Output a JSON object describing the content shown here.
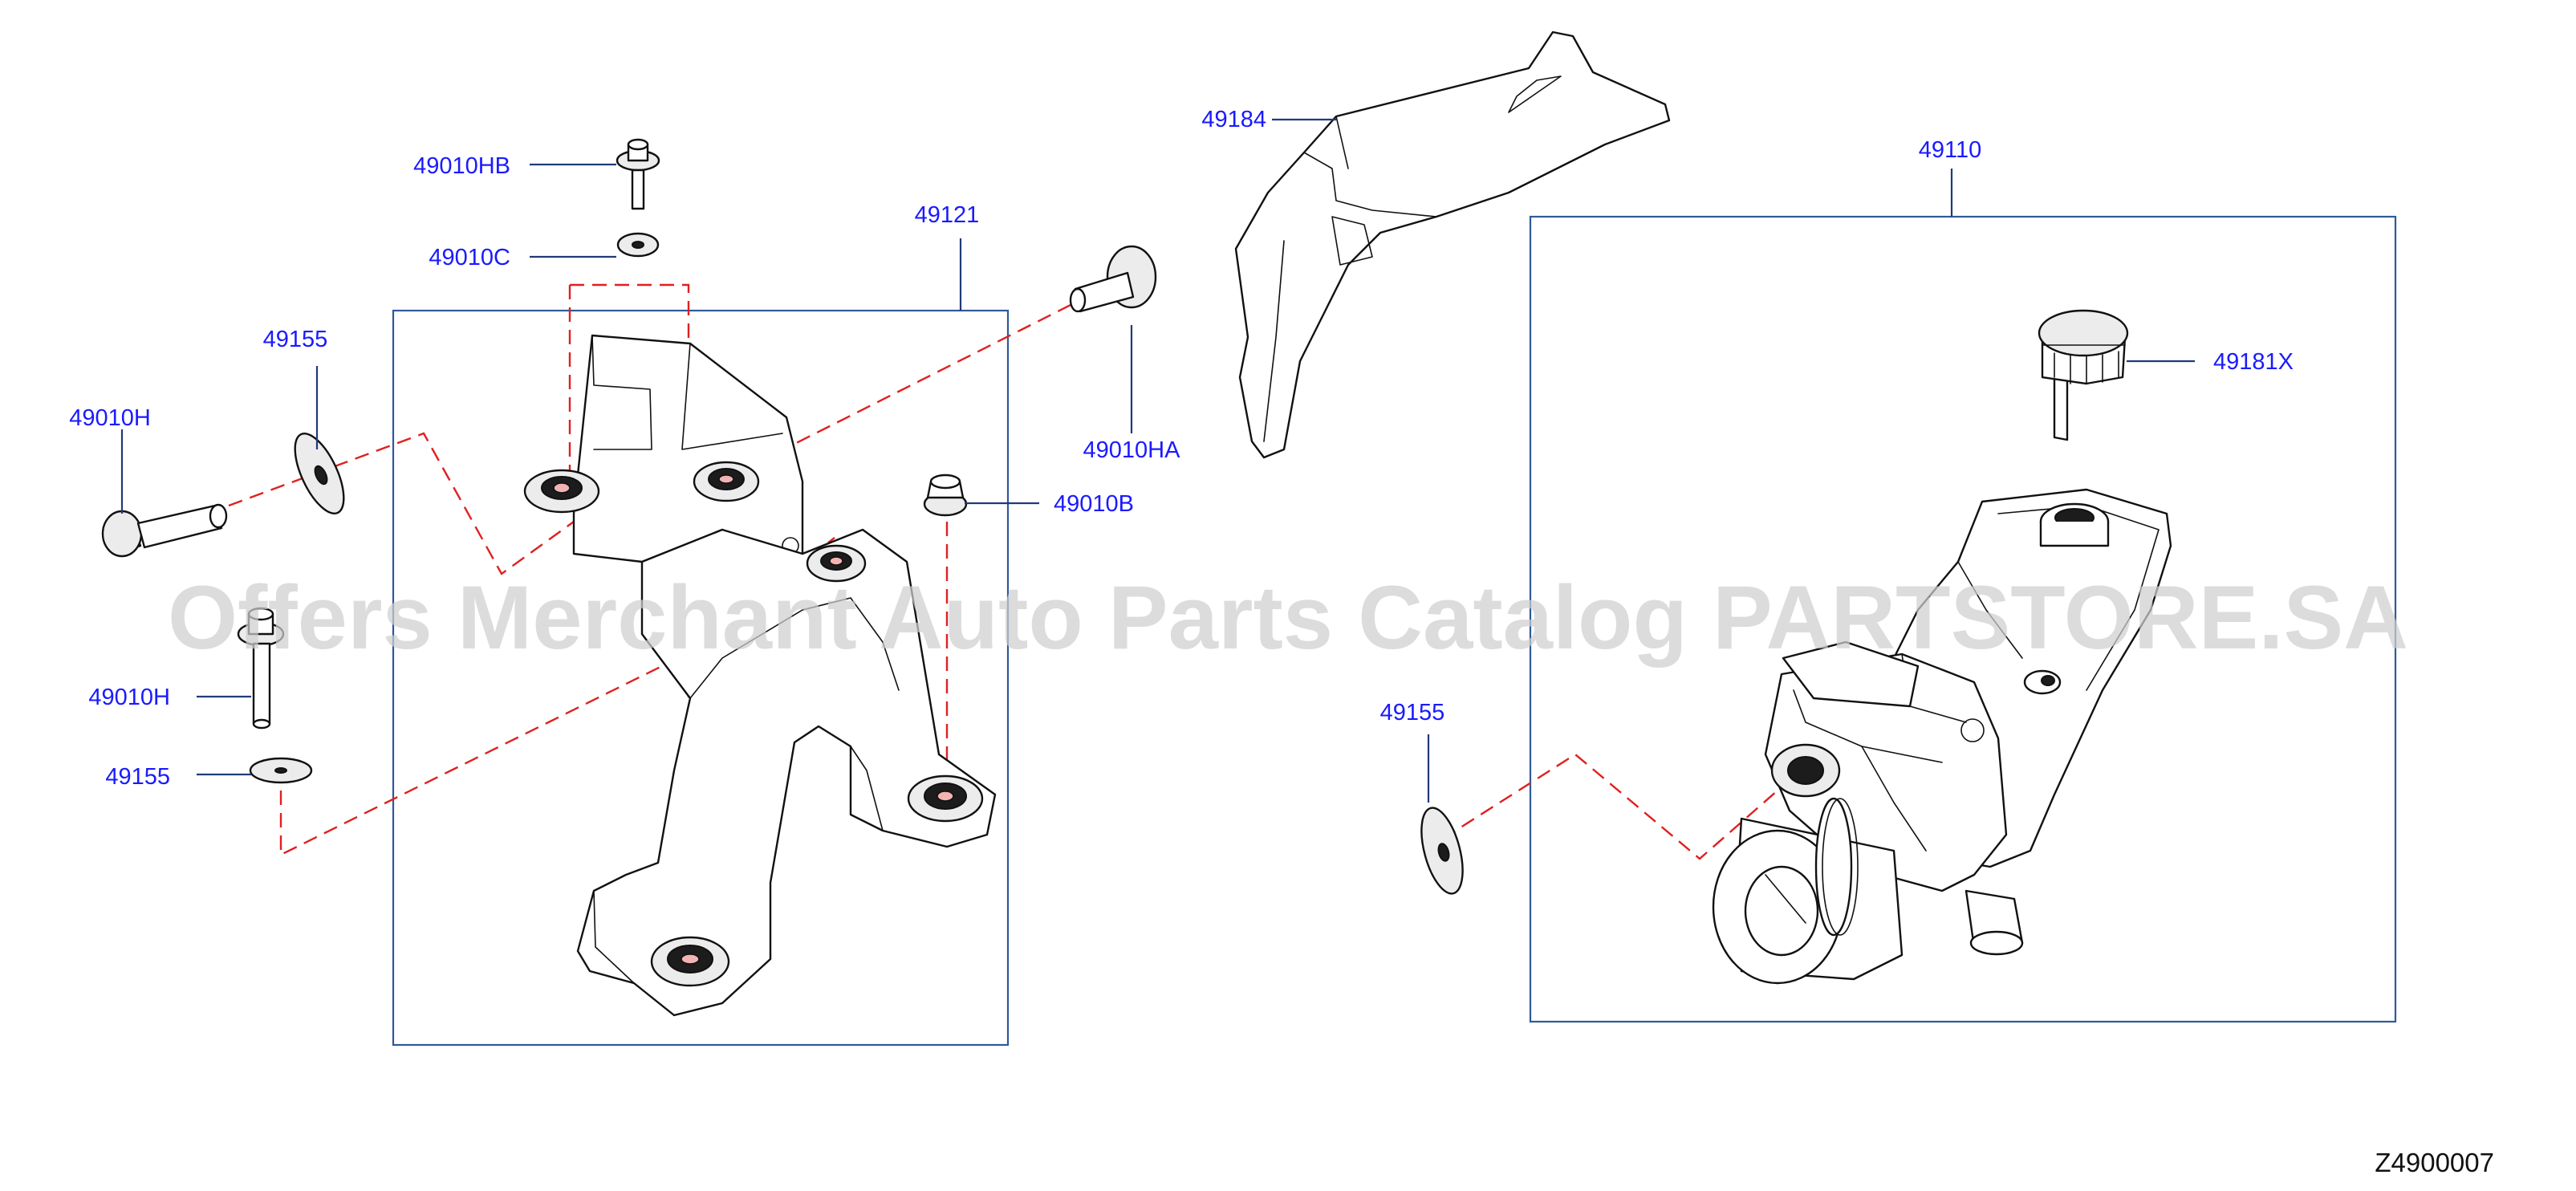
{
  "labels": {
    "p49010HB": "49010HB",
    "p49010C": "49010C",
    "p49121": "49121",
    "p49155_top": "49155",
    "p49010H_top": "49010H",
    "p49010HA": "49010HA",
    "p49010B": "49010B",
    "p49010H_mid": "49010H",
    "p49155_mid": "49155",
    "p49184": "49184",
    "p49110": "49110",
    "p49181X": "49181X",
    "p49155_right": "49155"
  },
  "watermark": "Offers Merchant Auto Parts Catalog PARTSTORE.SA",
  "diagram_code": "Z4900007",
  "colors": {
    "label_text": "#1a1aff",
    "leader_line": "#1f3b78",
    "group_frame": "#2e5a9a",
    "dashed_line": "#e02020",
    "watermark": "#cfcfcf"
  }
}
